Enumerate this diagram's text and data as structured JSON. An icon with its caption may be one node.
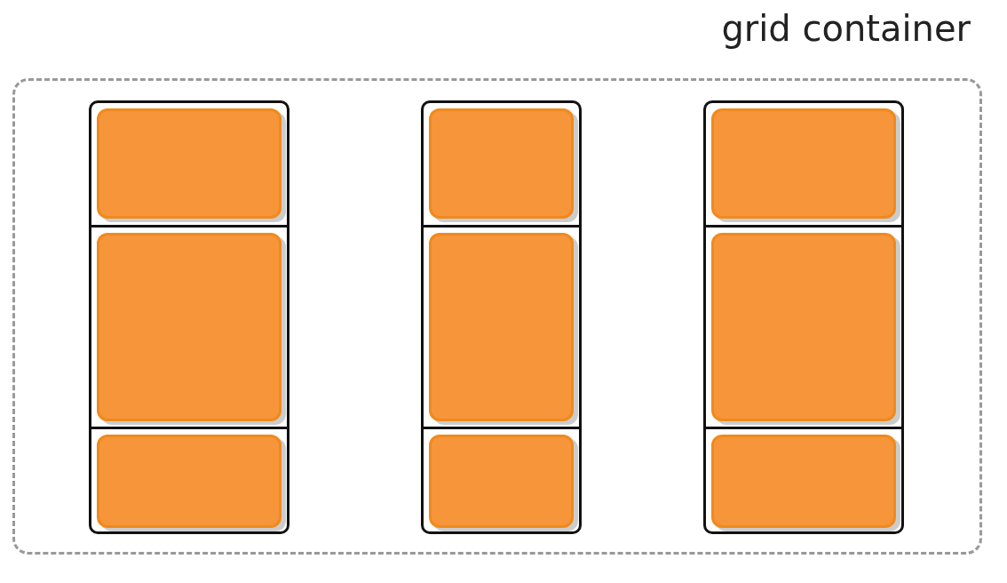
{
  "diagram": {
    "nodes": [
      {
        "text": [
          "grid container"
        ]
      },
      {
        "text": [],
        "shape": "box",
        "in": 0
      },
      {
        "text": [],
        "shape": "box",
        "in": 1
      },
      {
        "text": [],
        "shape": "box",
        "in": 1
      },
      {
        "text": [],
        "shape": "box",
        "in": 1
      },
      {
        "text": [],
        "shape": "box",
        "in": 0
      },
      {
        "text": [],
        "shape": "box",
        "in": 5
      },
      {
        "text": [],
        "shape": "box",
        "in": 5
      },
      {
        "text": [],
        "shape": "box",
        "in": 5
      },
      {
        "text": [],
        "shape": "box",
        "in": 0
      },
      {
        "text": [],
        "shape": "box",
        "in": 9
      },
      {
        "text": [],
        "shape": "box",
        "in": 9
      },
      {
        "text": [],
        "shape": "box",
        "in": 9
      }
    ]
  }
}
